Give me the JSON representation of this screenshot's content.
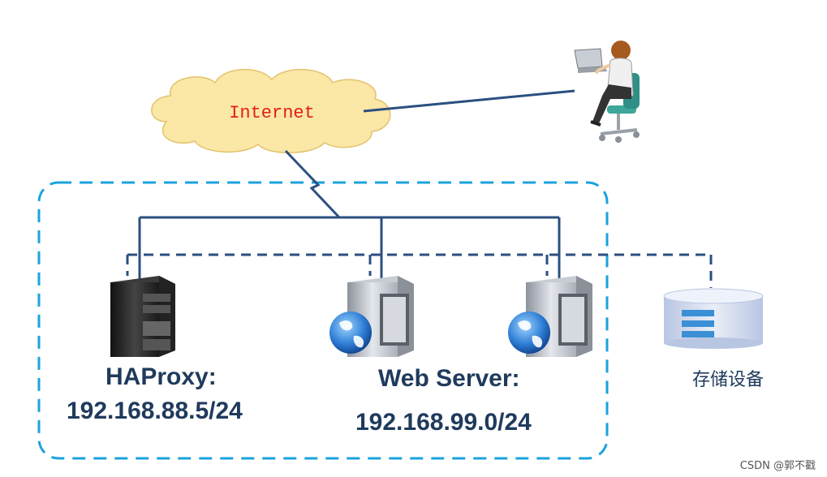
{
  "diagram": {
    "cloud_label": "Internet",
    "haproxy": {
      "name": "HAProxy:",
      "ip": "192.168.88.5/24"
    },
    "web_server": {
      "name": "Web Server:",
      "ip": "192.168.99.0/24"
    },
    "storage": {
      "name": "存储设备"
    },
    "watermark": "CSDN @郭不戳"
  },
  "colors": {
    "network_line": "#2b4f80",
    "cluster_border": "#1aa3dc",
    "cloud_fill": "#fbe7a6",
    "cloud_text": "#e0201a"
  },
  "icons": {
    "user": "person-at-computer-icon",
    "proxy": "black-tower-server-icon",
    "web": "globe-server-icon",
    "storage": "storage-disk-icon"
  }
}
